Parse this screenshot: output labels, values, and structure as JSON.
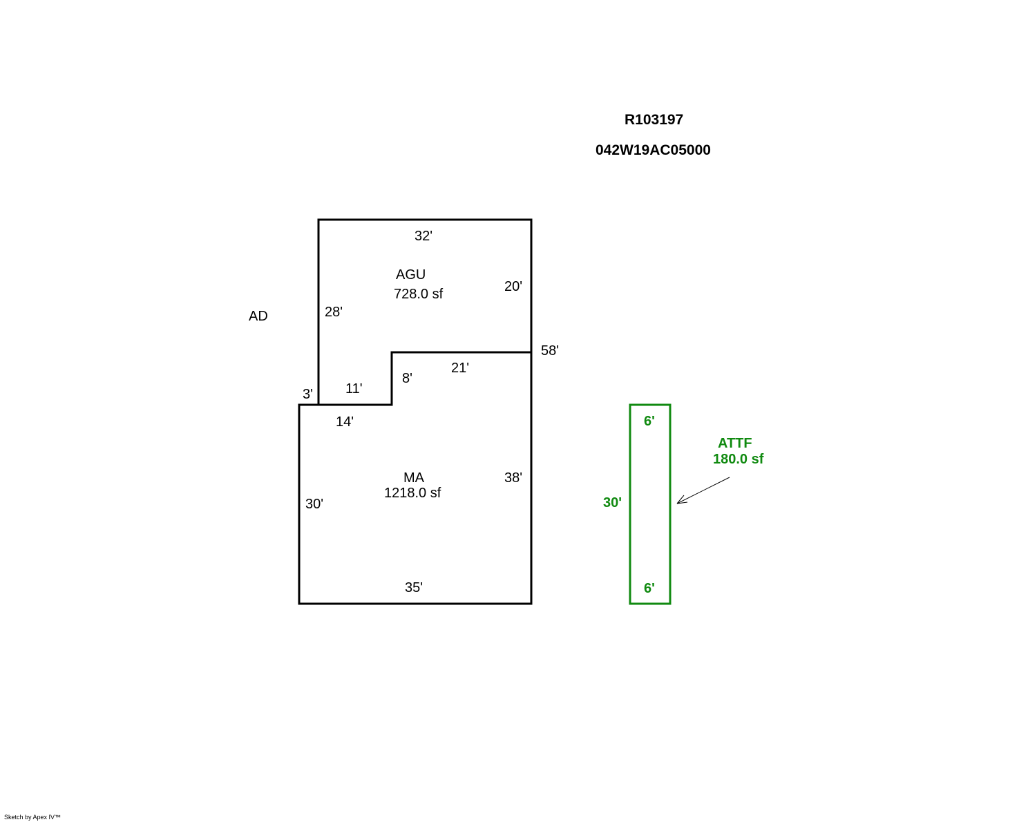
{
  "header": {
    "parcel_id": "R103197",
    "map_number": "042W19AC05000"
  },
  "colors": {
    "outline": "#000000",
    "attached_feature": "#108a10"
  },
  "areas": {
    "agu": {
      "code": "AGU",
      "area": "728.0 sf",
      "dimensions": {
        "top": "32'",
        "right": "20'",
        "left": "28'",
        "inner_top": "21'",
        "inner_step": "8'",
        "inner_bottom": "11'"
      }
    },
    "ma": {
      "code": "MA",
      "area": "1218.0 sf",
      "dimensions": {
        "right": "38'",
        "left": "30'",
        "bottom": "35'",
        "top": "14'",
        "step": "3'"
      }
    },
    "overall": {
      "right": "58'"
    },
    "ad": {
      "code": "AD"
    },
    "attf": {
      "code": "ATTF",
      "area": "180.0 sf",
      "dimensions": {
        "top": "6'",
        "bottom": "6'",
        "left": "30'"
      }
    }
  },
  "footer": {
    "credit": "Sketch by Apex IV™"
  }
}
